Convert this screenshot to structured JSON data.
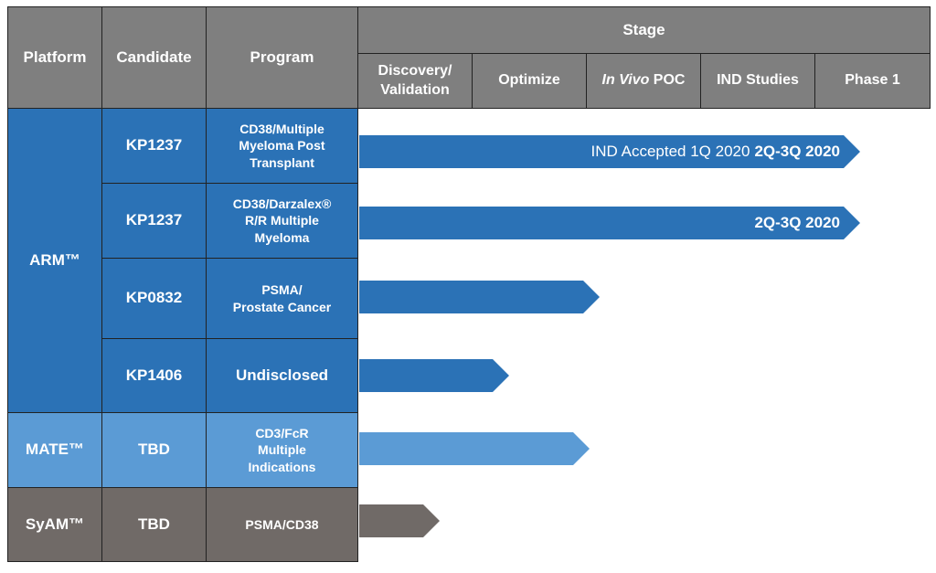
{
  "header": {
    "platform": "Platform",
    "candidate": "Candidate",
    "program": "Program",
    "stage": "Stage",
    "stages": {
      "discovery_line1": "Discovery/",
      "discovery_line2": "Validation",
      "optimize": "Optimize",
      "invivo_italic": "In Vivo",
      "invivo_rest": " POC",
      "ind": "IND Studies",
      "phase1": "Phase 1"
    }
  },
  "platforms": {
    "arm": "ARM™",
    "mate": "MATE™",
    "syam": "SyAM™"
  },
  "rows": [
    {
      "candidate": "KP1237",
      "program": [
        "CD38/Multiple",
        "Myeloma Post",
        "Transplant"
      ],
      "bar_note": "IND Accepted 1Q 2020",
      "bar_bold": "2Q-3Q 2020",
      "progress_stage": 5
    },
    {
      "candidate": "KP1237",
      "program": [
        "CD38/Darzalex®",
        "R/R Multiple",
        "Myeloma"
      ],
      "bar_note": "",
      "bar_bold": "2Q-3Q 2020",
      "progress_stage": 5
    },
    {
      "candidate": "KP0832",
      "program": [
        "PSMA/",
        "Prostate Cancer"
      ],
      "bar_note": "",
      "bar_bold": "",
      "progress_stage": 2.4
    },
    {
      "candidate": "KP1406",
      "program": [
        "Undisclosed"
      ],
      "bar_note": "",
      "bar_bold": "",
      "progress_stage": 1.5
    },
    {
      "candidate": "TBD",
      "program": [
        "CD3/FcR",
        "Multiple",
        "Indications"
      ],
      "bar_note": "",
      "bar_bold": "",
      "progress_stage": 2.3
    },
    {
      "candidate": "TBD",
      "program": [
        "PSMA/CD38"
      ],
      "bar_note": "",
      "bar_bold": "",
      "progress_stage": 0.8
    }
  ],
  "colors": {
    "arm": "#2b72b6",
    "mate": "#5b9bd5",
    "syam": "#706a67",
    "header": "#7f7f7f"
  }
}
